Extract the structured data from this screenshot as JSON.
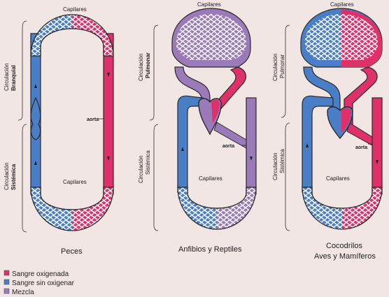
{
  "colors": {
    "oxygenated": "#e0306a",
    "deoxygenated": "#4a7fc8",
    "mixed": "#9a7ab8",
    "outline": "#2a2a2a",
    "background": "#f2e6e4"
  },
  "panels": [
    {
      "title": "Peces",
      "capilares_top": "Capilares",
      "capilares_bottom": "Capilares",
      "circ_upper_line1": "Circulación",
      "circ_upper_line2": "Branquial",
      "circ_lower_line1": "Circulación",
      "circ_lower_line2": "Sistémica",
      "aorta": "aorta"
    },
    {
      "title": "Anfibios y Reptiles",
      "capilares_top": "Capilares",
      "capilares_bottom": "Capilares",
      "circ_upper_line1": "Circulación",
      "circ_upper_line2": "Pulmonar",
      "circ_lower_line1": "Circulación",
      "circ_lower_line2": "Sistémica",
      "aorta": "aorta"
    },
    {
      "title_line1": "Cocodrilos",
      "title_line2": "Aves y Mamíferos",
      "capilares_top": "Capilares",
      "capilares_bottom": "Capilares",
      "circ_upper_line1": "Circulación",
      "circ_upper_line2": "Pulmonar",
      "circ_lower_line1": "Circulación",
      "circ_lower_line2": "Sistémica",
      "aorta": "aorta"
    }
  ],
  "legend": [
    {
      "label": "Sangre oxigenada",
      "color": "#e0306a"
    },
    {
      "label": "Sangre sin oxigenar",
      "color": "#4a7fc8"
    },
    {
      "label": "Mezcla",
      "color": "#9a7ab8"
    }
  ]
}
